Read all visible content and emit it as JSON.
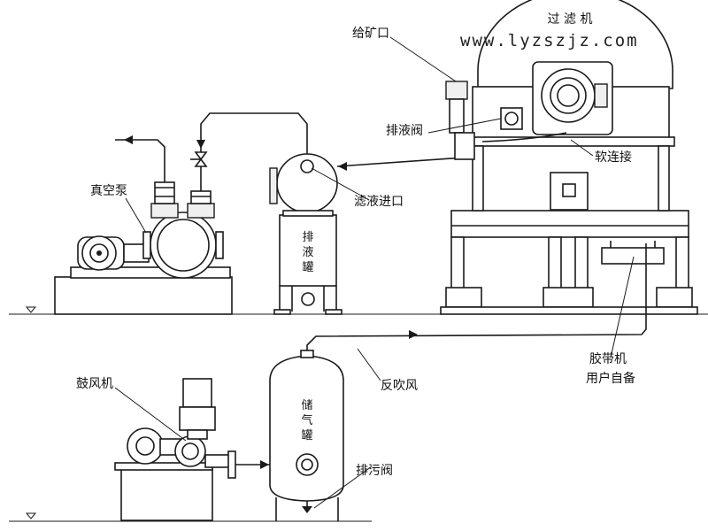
{
  "title": "过 滤 机",
  "watermark": "www.lyzszjz.com",
  "labels": {
    "feed_port": "给矿口",
    "drain_valve": "排液阀",
    "soft_joint": "软连接",
    "vacuum_pump": "真空泵",
    "filtrate_inlet": "滤液进口",
    "drain_tank": "排液罐",
    "belt_conveyor": "胶带机",
    "user_supplied": "用户自备",
    "blower": "鼓风机",
    "gas_tank": "储气罐",
    "back_blow": "反吹风",
    "sewage_valve": "排污阀"
  }
}
